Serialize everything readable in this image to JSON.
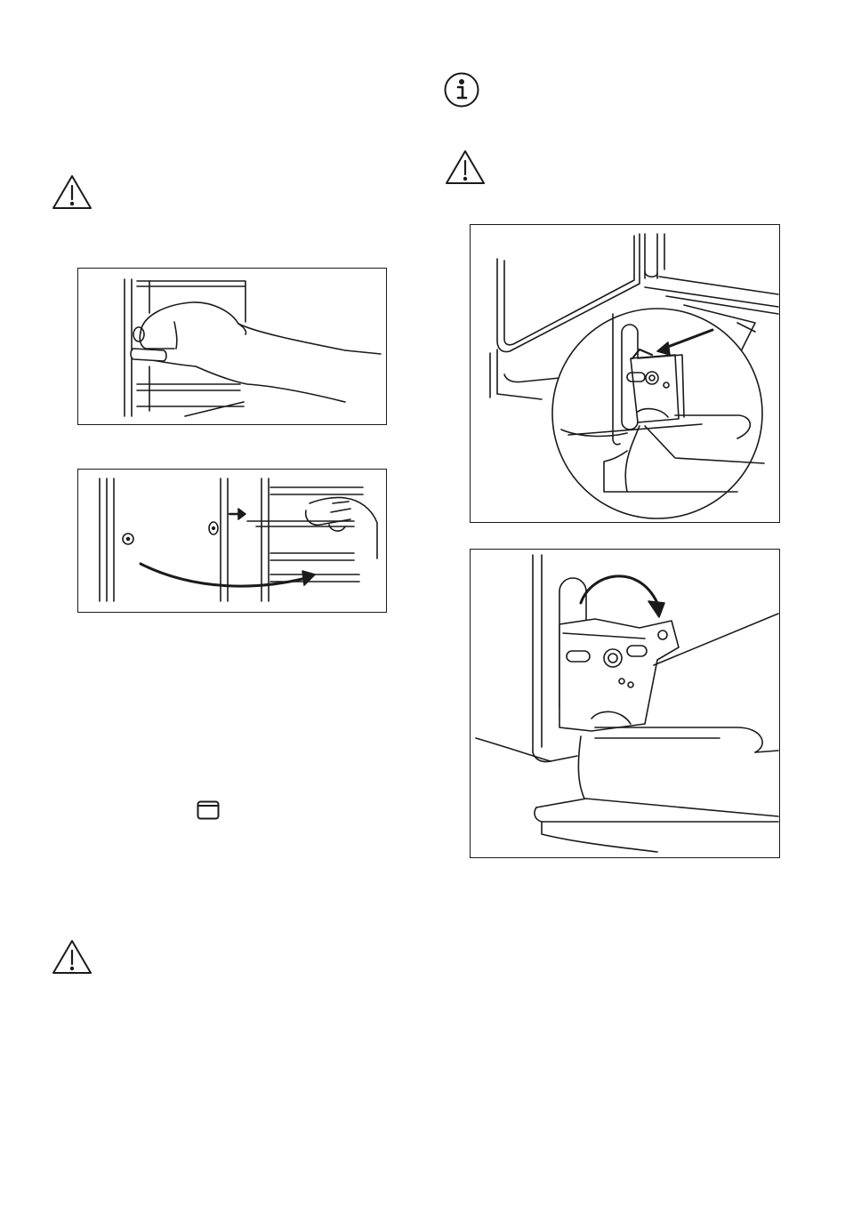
{
  "icons": {
    "warning_top_left": "warning-triangle-icon",
    "info_top_right": "info-circle-icon",
    "warning_top_right": "warning-triangle-icon",
    "oven_light_symbol": "oven-lamp-symbol-icon",
    "warning_bottom_left": "warning-triangle-icon"
  },
  "figures": [
    {
      "id": "fig-1",
      "depicts": "hand-removing-shelf-support"
    },
    {
      "id": "fig-2",
      "depicts": "shelf-support-pulled-out"
    },
    {
      "id": "fig-3",
      "depicts": "door-hinge-lever-detail"
    },
    {
      "id": "fig-4",
      "depicts": "hinge-lever-rotation"
    }
  ],
  "colors": {
    "ink": "#1a1a1a",
    "background": "#ffffff"
  }
}
